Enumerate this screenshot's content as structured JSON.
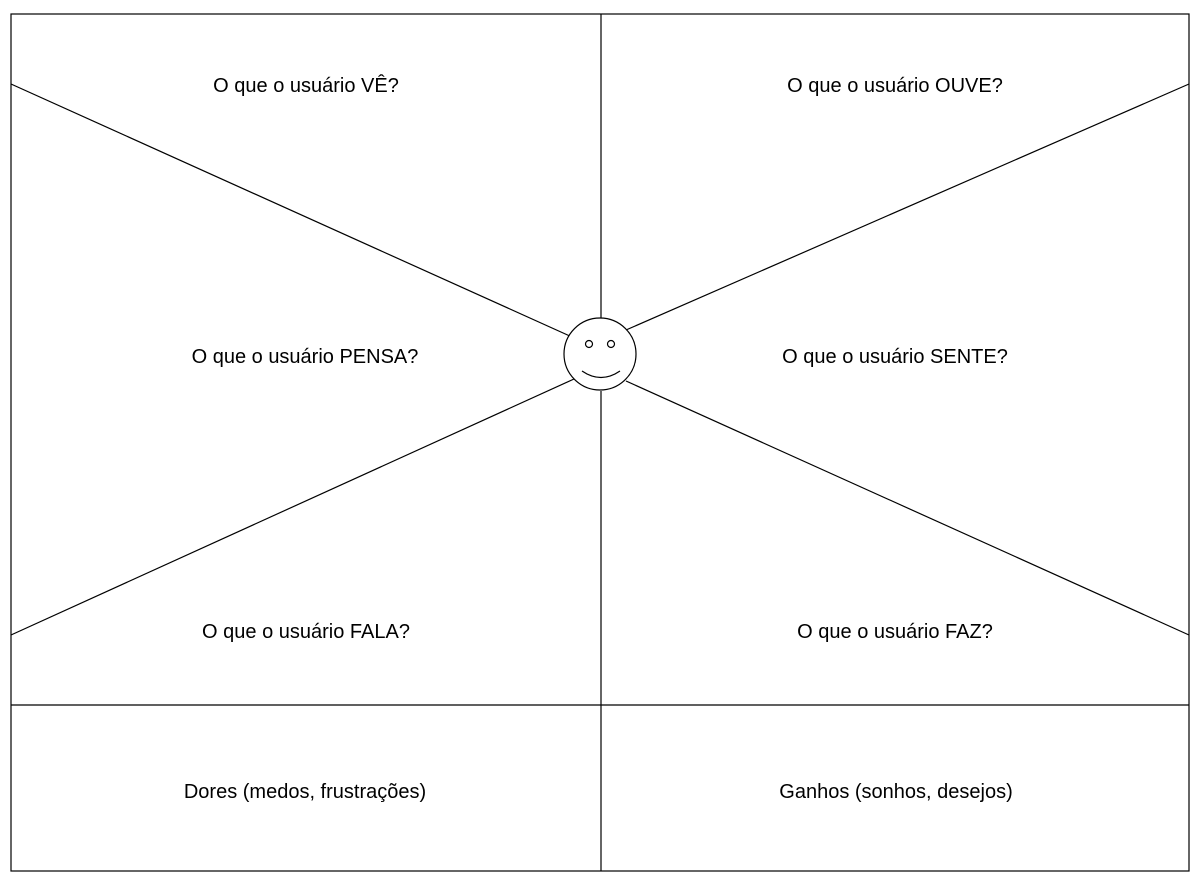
{
  "empathy_map": {
    "sees": "O que o usuário VÊ?",
    "hears": "O que o usuário OUVE?",
    "thinks": "O que o usuário PENSA?",
    "feels": "O que o usuário SENTE?",
    "says": "O que o usuário FALA?",
    "does": "O que o usuário FAZ?",
    "pains": "Dores (medos, frustrações)",
    "gains": "Ganhos (sonhos, desejos)"
  },
  "center_icon": "smiley-face-icon",
  "colors": {
    "line": "#000000",
    "background": "#ffffff"
  }
}
